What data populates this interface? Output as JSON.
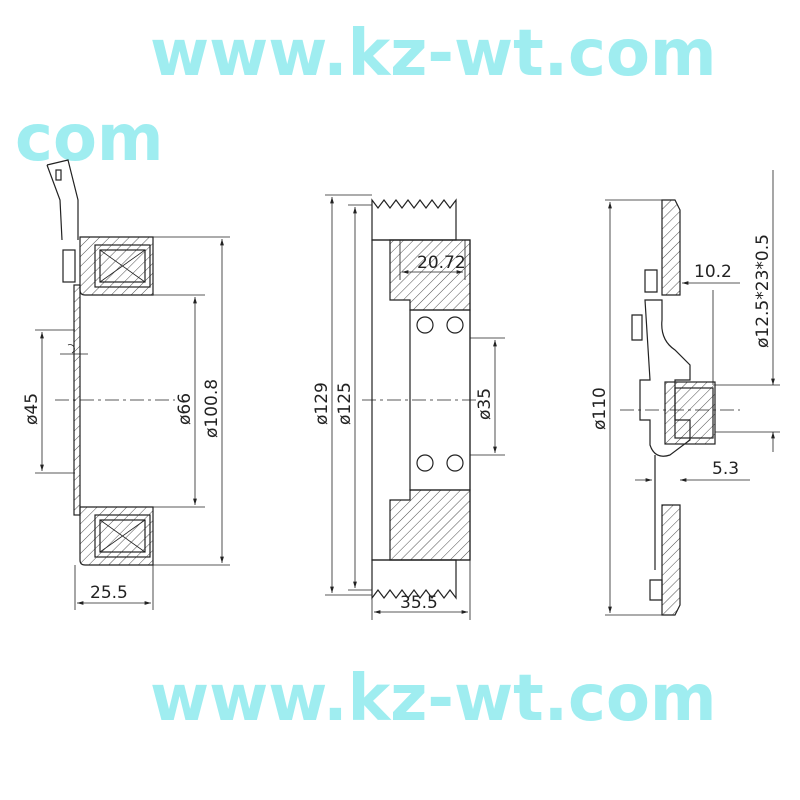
{
  "watermark": {
    "text1": "www.kz-wt.com",
    "text2": "www.kz-wt.com",
    "text3": "com"
  },
  "coil": {
    "d_inner_small": "ø45",
    "d_inner": "ø66",
    "d_outer": "ø100.8",
    "width": "25.5"
  },
  "pulley": {
    "d_outer": "ø129",
    "d_groove": "ø125",
    "bore": "ø35",
    "offset": "20.72",
    "width": "35.5"
  },
  "plate": {
    "d_outer": "ø110",
    "depth": "10.2",
    "thread": "ø12.5*23*0.5",
    "gap": "5.3"
  },
  "colors": {
    "line": "#222222",
    "watermark": "#7fe8ec"
  }
}
